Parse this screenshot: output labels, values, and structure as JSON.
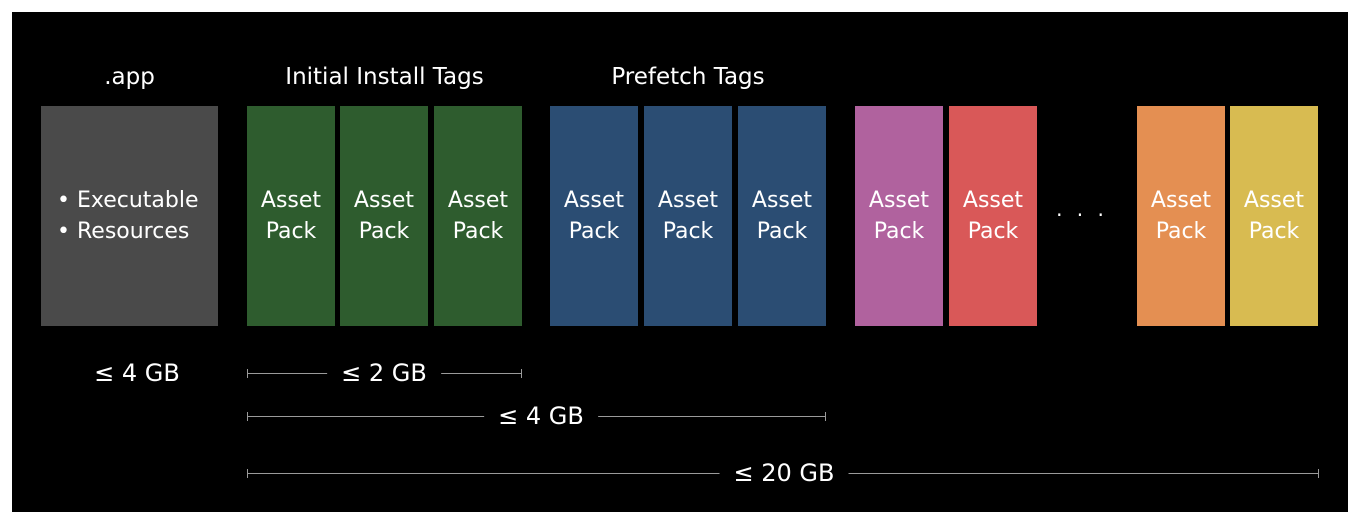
{
  "headings": {
    "app": ".app",
    "initial_install": "Initial Install Tags",
    "prefetch": "Prefetch Tags"
  },
  "app_block": {
    "bullet": "•",
    "items": [
      "Executable",
      "Resources"
    ]
  },
  "pack": {
    "line1": "Asset",
    "line2": "Pack"
  },
  "ellipsis": ". . .",
  "sizes": {
    "app": "≤ 4 GB",
    "initial_install": "≤ 2 GB",
    "initial_plus_prefetch": "≤ 4 GB",
    "total": "≤ 20 GB"
  },
  "colors": {
    "background": "#000000",
    "app_block": "#4a4a4a",
    "initial_install_pack": "#2e5c2e",
    "prefetch_pack": "#2b4d73",
    "magenta_pack": "#b0629e",
    "red_pack": "#d95858",
    "orange_pack": "#e48f52",
    "yellow_pack": "#d8bb51",
    "range_line": "#9a9a9a"
  }
}
